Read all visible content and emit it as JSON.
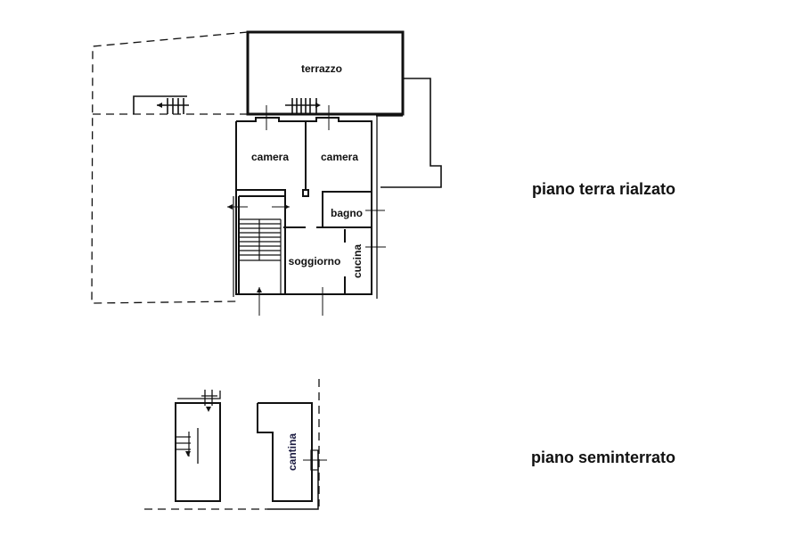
{
  "floors": [
    {
      "title": "piano terra rialzato",
      "rooms": [
        "terrazzo",
        "camera",
        "camera",
        "bagno",
        "soggiorno",
        "cucina"
      ]
    },
    {
      "title": "piano seminterrato",
      "rooms": [
        "cantina"
      ]
    }
  ]
}
